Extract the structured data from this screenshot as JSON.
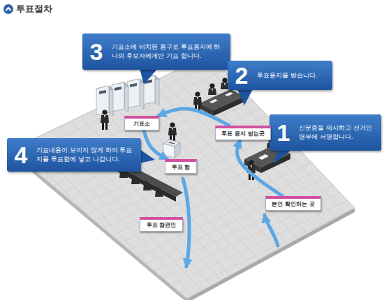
{
  "diagram": {
    "title": "투표절차",
    "nodes": [
      {
        "text": [
          "3",
          "기표소에 비치된 용구로 투표용지에 하나의 후보자에게만 기표 합니다."
        ]
      },
      {
        "text": [
          "2",
          "투표용지를 받습니다."
        ]
      },
      {
        "text": [
          "1",
          "신분증을 제시하고 선거인명부에 서명합니다."
        ]
      },
      {
        "text": [
          "4",
          "기표내용이 보이지 않게 하여 투표지를 투표함에 넣고 나갑니다."
        ]
      },
      {
        "text": [
          "기표소"
        ]
      },
      {
        "text": [
          "투표 용지 받는곳"
        ]
      },
      {
        "text": [
          "투표 함"
        ]
      },
      {
        "text": [
          "본인 확인하는 곳"
        ]
      },
      {
        "text": [
          "투표 참관인"
        ]
      }
    ],
    "edges": [
      {
        "from": 7,
        "to": 5,
        "arrow": "to"
      },
      {
        "from": 5,
        "to": 4,
        "arrow": "to"
      },
      {
        "from": 4,
        "to": 6,
        "arrow": "to"
      }
    ]
  }
}
